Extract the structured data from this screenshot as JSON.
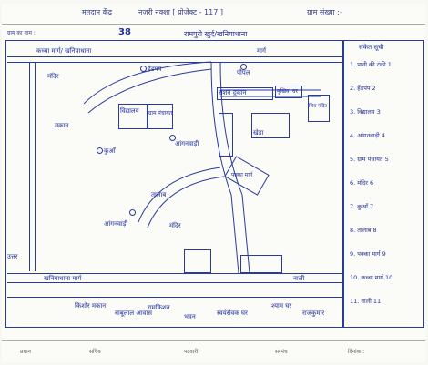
{
  "header": {
    "title": "नजरी नक्शा [ प्रोजेक्ट - 117 ]",
    "left_label": "मतदान केंद्र",
    "village_label": "ग्राम संख्या :-"
  },
  "form_row": {
    "label1": "ग्राम का नाम :",
    "number": "38",
    "village_name": "रामपुरी खुर्द/खनियाधाना"
  },
  "map_labels": {
    "road_top_left": "कच्चा मार्ग/ खनियाधाना",
    "school": "विद्यालय",
    "panchayat": "ग्राम पंचायत",
    "temple": "मंदिर",
    "house1": "मकान",
    "hand_pump": "हैंडपंप",
    "well": "कुआँ",
    "anganwadi": "आंगनवाड़ी",
    "talab": "तालाब",
    "shiv_mandir": "शिव मंदिर",
    "kheda": "खेड़ा",
    "ration": "राशन दुकान",
    "pipal": "पीपल",
    "mukhiya": "मुखिया घर",
    "pakka_marg": "पक्का मार्ग",
    "bottom_road": "खनियाधाना मार्ग",
    "nali": "नाली",
    "bottom_house1": "किशोर मकान",
    "bottom_house2": "बाबूलाल आवास",
    "bottom_house3": "रामकिशन",
    "bottom_house4": "भवन",
    "bottom_house5": "स्वयंसेवक घर",
    "bottom_house6": "श्याम घर",
    "bottom_house7": "राजकुमार",
    "left_mark": "उत्तर",
    "side_road": "मार्ग"
  },
  "legend": {
    "title": "संकेत सूची",
    "items": [
      {
        "no": "1.",
        "text": "पानी की टंकी",
        "code": "1"
      },
      {
        "no": "2.",
        "text": "हैंडपंप",
        "code": "2"
      },
      {
        "no": "3.",
        "text": "विद्यालय",
        "code": "3"
      },
      {
        "no": "4.",
        "text": "आंगनवाड़ी",
        "code": "4"
      },
      {
        "no": "5.",
        "text": "ग्राम पंचायत",
        "code": "5"
      },
      {
        "no": "6.",
        "text": "मंदिर",
        "code": "6"
      },
      {
        "no": "7.",
        "text": "कुआँ",
        "code": "7"
      },
      {
        "no": "8.",
        "text": "तालाब",
        "code": "8"
      },
      {
        "no": "9.",
        "text": "पक्का मार्ग",
        "code": "9"
      },
      {
        "no": "10.",
        "text": "कच्चा मार्ग",
        "code": "10"
      },
      {
        "no": "11.",
        "text": "नाली",
        "code": "11"
      }
    ]
  },
  "footer": {
    "f1": "प्रधान",
    "f2": "सचिव",
    "f3": "पटवारी",
    "f4": "सरपंच",
    "f5": "दिनांक :"
  }
}
